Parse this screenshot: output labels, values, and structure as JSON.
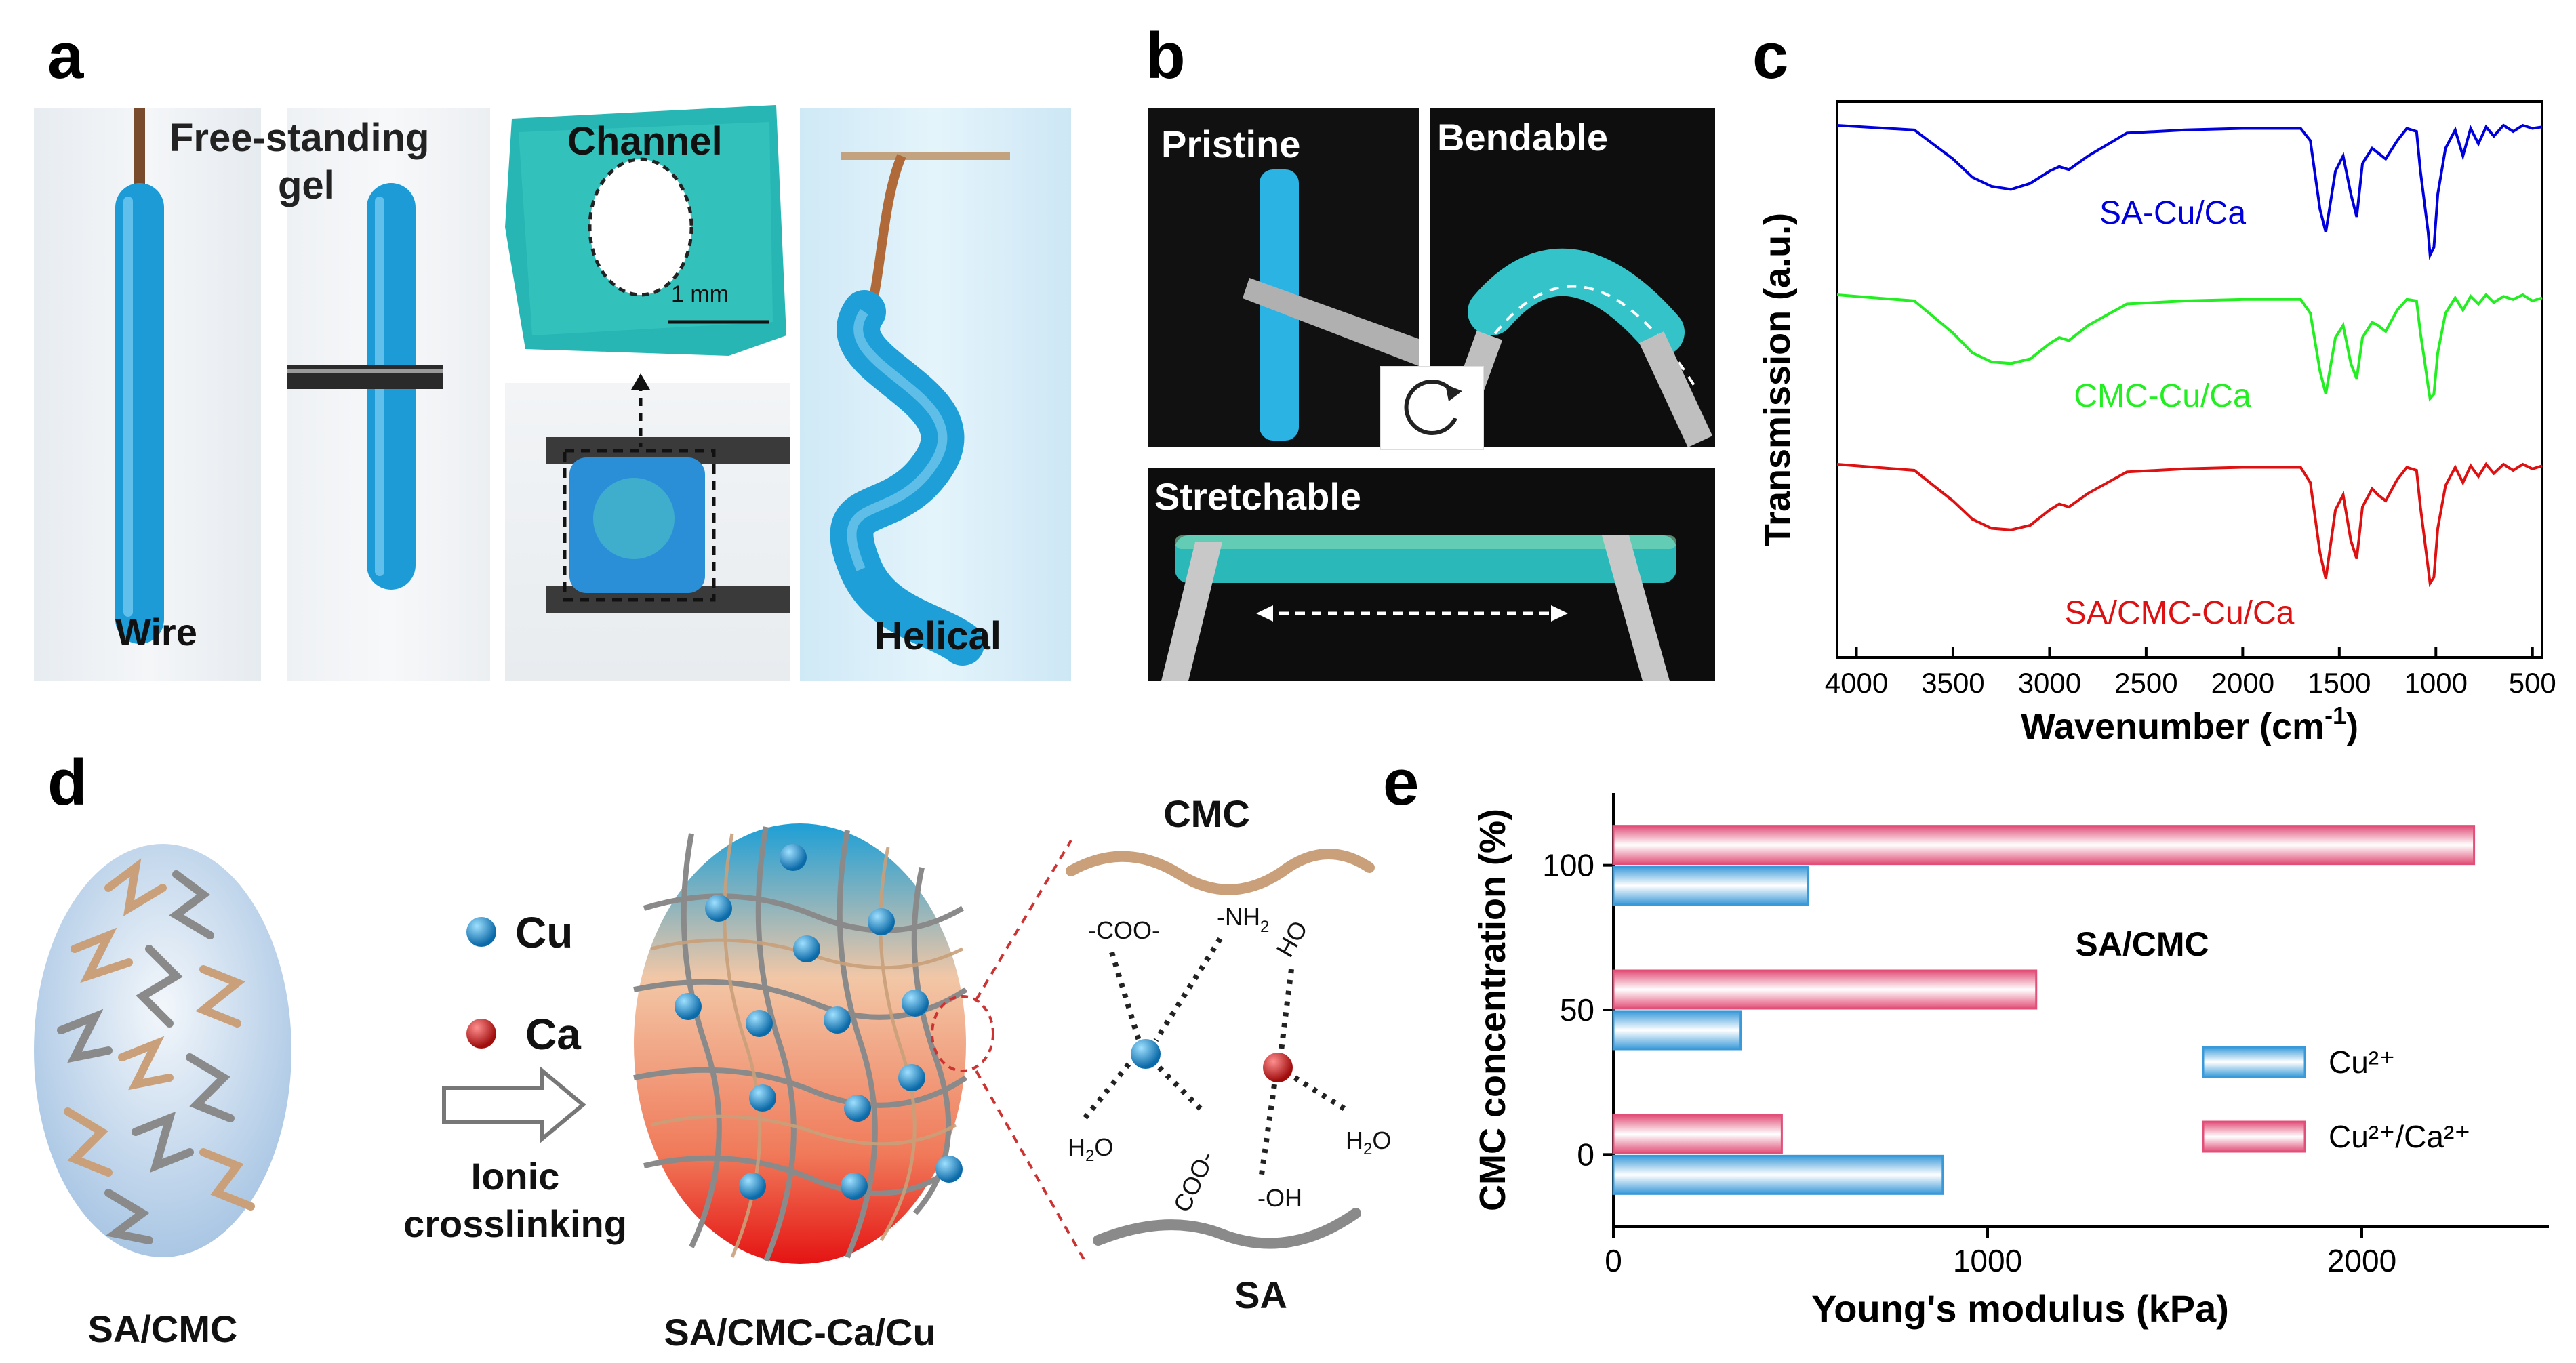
{
  "panels": {
    "a": "a",
    "b": "b",
    "c": "c",
    "d": "d",
    "e": "e"
  },
  "panel_a": {
    "wire": "Wire",
    "free_standing_1": "Free-standing",
    "free_standing_2": "gel",
    "channel": "Channel",
    "scale": "1 mm",
    "helical": "Helical"
  },
  "panel_b": {
    "pristine": "Pristine",
    "bendable": "Bendable",
    "stretchable": "Stretchable"
  },
  "panel_d": {
    "left_label": "SA/CMC",
    "cu": "Cu",
    "ca": "Ca",
    "arrow_1": "Ionic",
    "arrow_2": "crosslinking",
    "mid_label": "SA/CMC-Ca/Cu",
    "cmc": "CMC",
    "sa": "SA",
    "coo1": "-COO-",
    "nh2": "-NH",
    "nh2_sub": "2",
    "ho": "HO",
    "h2o_a": "H",
    "h2o_b": "O",
    "coo2": "COO-",
    "oh": "-OH"
  },
  "colors": {
    "blue_gel": "#29a8de",
    "cu_ball": "#1e88c8",
    "ca_ball": "#d9141c",
    "fiber_tan": "#c9a07a",
    "fiber_gray": "#8a8a8a",
    "ftir_blue": "#0000dd",
    "ftir_green": "#22ee22",
    "ftir_red": "#dd1111",
    "bar_cu": "#3a9ad9",
    "bar_cuca": "#e24f78"
  },
  "chart_data": [
    {
      "type": "line",
      "panel": "c",
      "xlabel": "Wavenumber (cm",
      "xlabel_sup": "-1",
      "xlabel_close": ")",
      "ylabel": "Transmission (a.u.)",
      "xlim": [
        4100,
        450
      ],
      "x_ticks": [
        "4000",
        "3500",
        "3000",
        "2500",
        "2000",
        "1500",
        "1000",
        "500"
      ],
      "x_tick_values": [
        4000,
        3500,
        3000,
        2500,
        2000,
        1500,
        1000,
        500
      ],
      "series": [
        {
          "name": "SA-Cu/Ca",
          "color": "#0000dd",
          "offset": 2,
          "x": [
            4100,
            3700,
            3500,
            3400,
            3300,
            3200,
            3100,
            3000,
            2950,
            2900,
            2800,
            2600,
            2300,
            2000,
            1800,
            1700,
            1650,
            1600,
            1570,
            1520,
            1480,
            1440,
            1410,
            1380,
            1330,
            1300,
            1260,
            1200,
            1150,
            1100,
            1080,
            1060,
            1040,
            1030,
            1010,
            990,
            950,
            900,
            860,
            820,
            780,
            740,
            700,
            650,
            600,
            550,
            500,
            450
          ],
          "y": [
            1.0,
            0.97,
            0.78,
            0.66,
            0.6,
            0.58,
            0.62,
            0.7,
            0.73,
            0.71,
            0.8,
            0.95,
            0.97,
            0.98,
            0.98,
            0.98,
            0.9,
            0.45,
            0.3,
            0.7,
            0.8,
            0.55,
            0.4,
            0.75,
            0.85,
            0.82,
            0.78,
            0.9,
            0.98,
            0.96,
            0.7,
            0.5,
            0.3,
            0.15,
            0.2,
            0.55,
            0.85,
            0.97,
            0.8,
            0.98,
            0.88,
            0.99,
            0.93,
            1.0,
            0.96,
            1.0,
            0.98,
            0.99
          ]
        },
        {
          "name": "CMC-Cu/Ca",
          "color": "#22ee22",
          "offset": 1,
          "x": [
            4100,
            3700,
            3500,
            3400,
            3300,
            3200,
            3100,
            3000,
            2950,
            2900,
            2800,
            2600,
            2300,
            2000,
            1800,
            1700,
            1650,
            1600,
            1570,
            1520,
            1480,
            1440,
            1410,
            1380,
            1330,
            1300,
            1260,
            1200,
            1150,
            1100,
            1080,
            1060,
            1040,
            1030,
            1010,
            990,
            950,
            900,
            860,
            820,
            780,
            740,
            700,
            650,
            600,
            550,
            500,
            450
          ],
          "y": [
            1.0,
            0.96,
            0.75,
            0.62,
            0.56,
            0.55,
            0.58,
            0.68,
            0.72,
            0.7,
            0.8,
            0.94,
            0.96,
            0.97,
            0.97,
            0.97,
            0.88,
            0.5,
            0.35,
            0.72,
            0.8,
            0.55,
            0.45,
            0.72,
            0.82,
            0.8,
            0.76,
            0.9,
            0.97,
            0.96,
            0.75,
            0.58,
            0.4,
            0.32,
            0.35,
            0.62,
            0.88,
            0.98,
            0.9,
            0.99,
            0.94,
            1.0,
            0.95,
            0.99,
            0.97,
            1.0,
            0.96,
            0.98
          ]
        },
        {
          "name": "SA/CMC-Cu/Ca",
          "color": "#dd1111",
          "offset": 0,
          "x": [
            4100,
            3700,
            3500,
            3400,
            3300,
            3200,
            3100,
            3000,
            2950,
            2900,
            2800,
            2600,
            2300,
            2000,
            1800,
            1700,
            1650,
            1600,
            1570,
            1520,
            1480,
            1440,
            1410,
            1380,
            1330,
            1300,
            1260,
            1200,
            1150,
            1100,
            1080,
            1060,
            1040,
            1030,
            1010,
            990,
            950,
            900,
            860,
            820,
            780,
            740,
            700,
            650,
            600,
            550,
            500,
            450
          ],
          "y": [
            1.0,
            0.96,
            0.76,
            0.64,
            0.58,
            0.57,
            0.6,
            0.7,
            0.74,
            0.72,
            0.81,
            0.95,
            0.97,
            0.98,
            0.98,
            0.98,
            0.88,
            0.42,
            0.25,
            0.7,
            0.8,
            0.5,
            0.38,
            0.72,
            0.84,
            0.8,
            0.76,
            0.9,
            0.98,
            0.96,
            0.72,
            0.52,
            0.32,
            0.22,
            0.26,
            0.58,
            0.86,
            0.98,
            0.88,
            0.99,
            0.92,
            1.0,
            0.94,
            1.0,
            0.96,
            1.0,
            0.97,
            0.99
          ]
        }
      ]
    },
    {
      "type": "bar",
      "panel": "e",
      "orientation": "horizontal",
      "categories": [
        "0",
        "50",
        "100"
      ],
      "ylabel": "CMC concentration  (%)",
      "xlabel": "Young's modulus (kPa)",
      "xlim": [
        0,
        2500
      ],
      "x_ticks": [
        "0",
        "1000",
        "2000"
      ],
      "x_tick_values": [
        0,
        1000,
        2000
      ],
      "annotation": "SA/CMC",
      "series": [
        {
          "name": "Cu²⁺",
          "color": "#3a9ad9",
          "values": [
            880,
            340,
            520
          ]
        },
        {
          "name": "Cu²⁺/Ca²⁺",
          "color": "#e24f78",
          "values": [
            450,
            1130,
            2300
          ]
        }
      ]
    }
  ]
}
